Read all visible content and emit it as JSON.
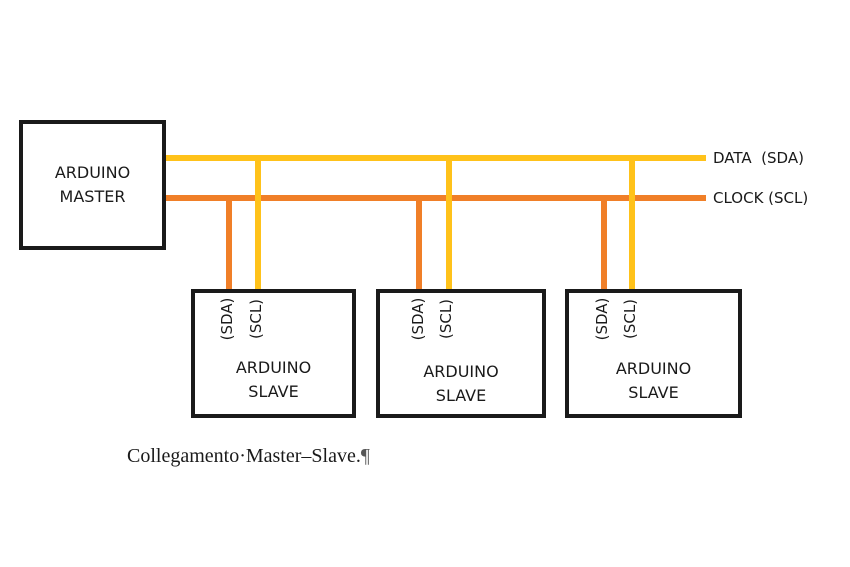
{
  "master": {
    "line1": "ARDUINO",
    "line2": "MASTER"
  },
  "bus": {
    "data_label": "DATA  (SDA)",
    "clock_label": "CLOCK (SCL)",
    "data_color": "#FFC21A",
    "clock_color": "#F07F28"
  },
  "slaves": [
    {
      "line1": "ARDUINO",
      "line2": "SLAVE",
      "pin_sda": "(SDA)",
      "pin_scl": "(SCL)"
    },
    {
      "line1": "ARDUINO",
      "line2": "SLAVE",
      "pin_sda": "(SDA)",
      "pin_scl": "(SCL)"
    },
    {
      "line1": "ARDUINO",
      "line2": "SLAVE",
      "pin_sda": "(SDA)",
      "pin_scl": "(SCL)"
    }
  ],
  "caption": {
    "text": "Collegamento·Master–Slave.",
    "mark": "¶"
  }
}
